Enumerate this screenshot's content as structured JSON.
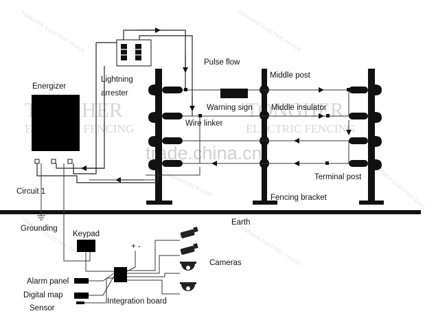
{
  "labels": {
    "energizer": "Energizer",
    "lightning_line1": "Lightning",
    "lightning_line2": "arrester",
    "pulse_flow": "Pulse flow",
    "middle_post": "Middle post",
    "warning_sign": "Warning sign",
    "middle_insulator": "Middle insulator",
    "wire_linker": "Wire linker",
    "terminal_post": "Terminal post",
    "fencing_bracket": "Fencing bracket",
    "circuit": "Circuit 1",
    "earth": "Earth",
    "grounding": "Grounding",
    "keypad": "Keypad",
    "plus_minus": "+ -",
    "cameras": "Cameras",
    "alarm_panel": "Alarm panel",
    "digital_map": "Digital map",
    "sensor": "Sensor",
    "integration_board": "Integration board"
  },
  "watermarks": {
    "brand_line1": "TONGHER",
    "brand_line2": "ELECTRIC FENCING",
    "brand_small": "TONGHER ELECTRIC FENCE",
    "site": "trade.china.cn",
    "url_small": "TONGHERTECH.COM"
  },
  "colors": {
    "ink": "#111111",
    "watermark": "#d6d6d6",
    "background": "#ffffff"
  }
}
